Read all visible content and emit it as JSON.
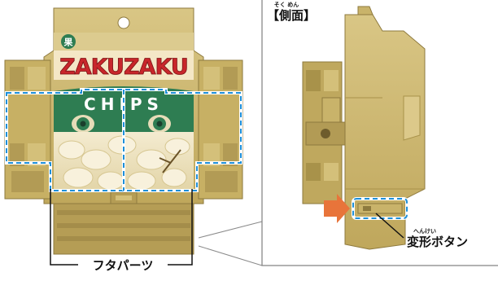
{
  "package": {
    "brand_mark": "果",
    "logo_text": "ZAKUZAKU",
    "product_text": "CHIPS"
  },
  "side_view": {
    "title": "【側面】",
    "title_ruby": "そく めん"
  },
  "labels": {
    "lid_parts": "フタパーツ",
    "transform_button": "変形ボタン",
    "transform_button_ruby": "へんけい"
  },
  "colors": {
    "gold": "#C9B36A",
    "gold_dark": "#A8924A",
    "gold_light": "#DCC98A",
    "green": "#2E7D52",
    "logo_red": "#C8262B",
    "highlight_blue": "#1E8FD8",
    "arrow_orange": "#E8743A"
  }
}
